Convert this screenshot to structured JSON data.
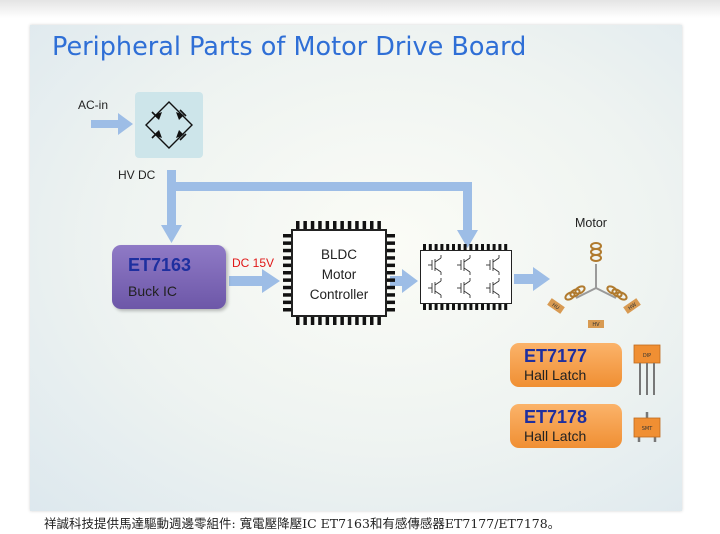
{
  "title": "Peripheral Parts of Motor Drive Board",
  "labels": {
    "ac_in": "AC-in",
    "hv_dc": "HV DC",
    "dc_15v": "DC 15V",
    "motor": "Motor"
  },
  "buck_ic": {
    "name": "ET7163",
    "description": "Buck IC"
  },
  "controller": {
    "line1": "BLDC",
    "line2": "Motor",
    "line3": "Controller"
  },
  "motor_phases": {
    "u": "HU",
    "v": "HV",
    "w": "HW"
  },
  "hall_chips": [
    {
      "name": "ET7177",
      "description": "Hall Latch",
      "package": "DIP"
    },
    {
      "name": "ET7178",
      "description": "Hall Latch",
      "package": "SMT"
    }
  ],
  "caption": "祥誠科技提供馬達驅動週邊零組件: 寬電壓降壓IC ET7163和有感傳感器ET7177/ET7178。",
  "colors": {
    "title": "#2f6fd6",
    "arrow": "#9dbde6",
    "buck_box": "#7d68b8",
    "hall_box": "#f59c45",
    "chip_name": "#1e2f9f",
    "dc_label": "#e01818"
  }
}
